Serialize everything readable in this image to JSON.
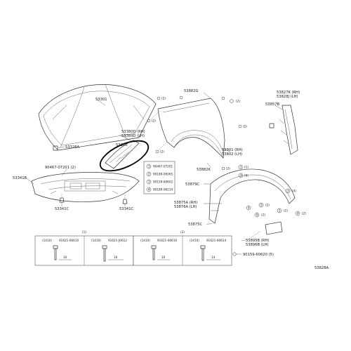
{
  "part_labels": {
    "hood": "53301",
    "hood_bumper": "53326A",
    "hood_seal_rh": "53380D (RH)",
    "hood_seal_lh": "53389D (LH)",
    "seal_retainer": "53380",
    "seal_ref_bolt": "90467-07201 (2)",
    "hood_insulator": "53341B",
    "insulator_clip_left": "53341C",
    "insulator_clip_right": "53341C",
    "fender_top": "53882G",
    "fender_rh": "53801 (RH)",
    "fender_lh": "53802 (LH)",
    "fender_lower": "53882K",
    "fender_bracket": "53879C",
    "liner_rh": "53875A (RH)",
    "liner_lh": "53876A (LH)",
    "liner_clip": "53875C",
    "splash_rh": "53895B (RH)",
    "splash_lh": "53896B (LH)",
    "splash_screw": "90159-60620 (5)",
    "side_seal_rh": "53827K (RH)",
    "side_seal_lh": "53828J (LH)",
    "side_bracket": "53857B",
    "diagram_code": "53828A"
  },
  "callout_counts": {
    "c2": "(2)",
    "c4": "(4)",
    "c6": "(6)",
    "c1": "(1)"
  },
  "circled_numbers": [
    "1",
    "2",
    "3",
    "4",
    "5",
    "6"
  ],
  "legend_items": [
    {
      "code": "90467-07201"
    },
    {
      "code": "90189-06065"
    },
    {
      "code": "90159-60602"
    },
    {
      "code": "90189-06214"
    }
  ],
  "bolt_table": [
    {
      "head": "(1410)",
      "part": "91621-60610",
      "dim": "10"
    },
    {
      "head": "(1410)",
      "part": "91621-J0612",
      "dim": "16"
    },
    {
      "head": "(1410)",
      "part": "91621-60610",
      "dim": "10"
    },
    {
      "head": "(1410)",
      "part": "91621-60614",
      "dim": "14"
    }
  ],
  "table_circle_marks": [
    "(1)",
    "(2)"
  ]
}
